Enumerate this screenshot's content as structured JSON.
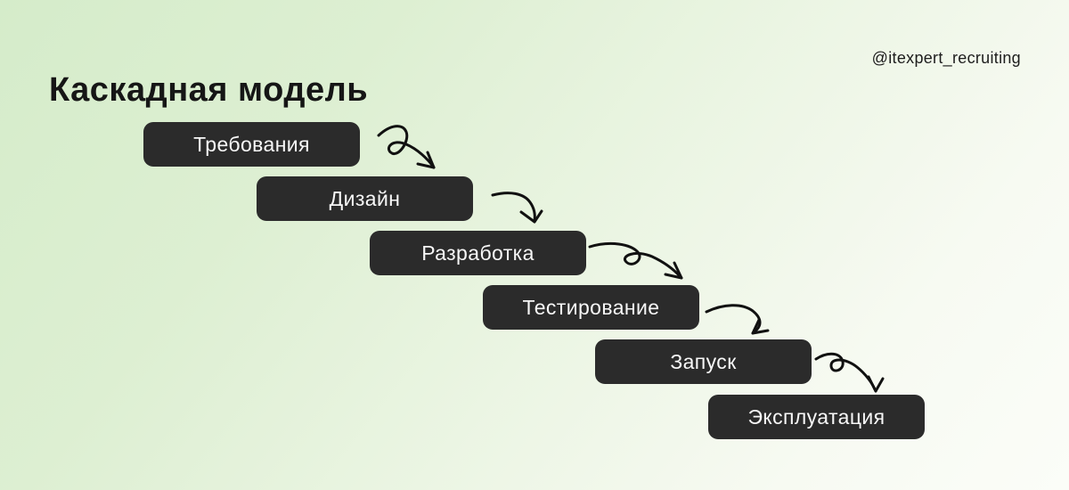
{
  "page": {
    "title": "Каскадная модель",
    "watermark": "@itexpert_recruiting"
  },
  "diagram": {
    "type": "waterfall-cascade-flow",
    "direction": "top-left to bottom-right, each step offset down and right, connected by hand-drawn curved arrows"
  },
  "steps": [
    {
      "label": "Требования"
    },
    {
      "label": "Дизайн"
    },
    {
      "label": "Разработка"
    },
    {
      "label": "Тестирование"
    },
    {
      "label": "Запуск"
    },
    {
      "label": "Эксплуатация"
    }
  ],
  "colors": {
    "background_gradient_start": "#d5ecca",
    "background_gradient_end": "#fbfdf8",
    "step_box_background": "#2b2b2b",
    "step_box_text": "#f7f7f7",
    "title_text": "#161616",
    "watermark_text": "#1d1d1d",
    "arrow_stroke": "#111111"
  }
}
